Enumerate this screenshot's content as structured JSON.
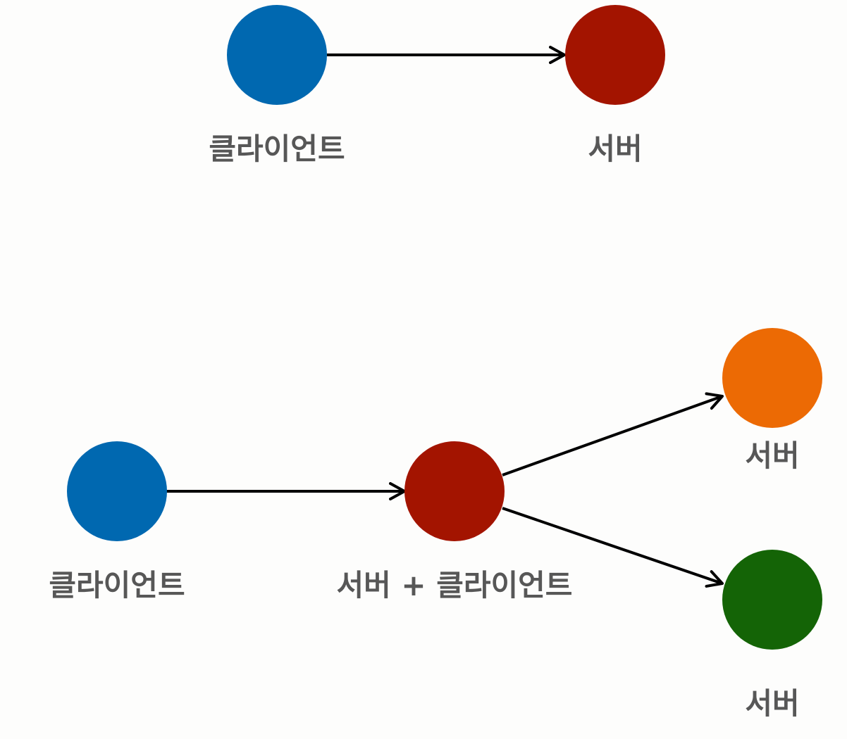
{
  "top_diagram": {
    "nodes": {
      "client": {
        "label": "클라이언트",
        "color": "#0068b0"
      },
      "server": {
        "label": "서버",
        "color": "#a31400"
      }
    }
  },
  "bottom_diagram": {
    "nodes": {
      "client": {
        "label": "클라이언트",
        "color": "#0068b0"
      },
      "proxy": {
        "label": "서버 + 클라이언트",
        "color": "#a31400"
      },
      "server_top": {
        "label": "서버",
        "color": "#ec6a04"
      },
      "server_bottom": {
        "label": "서버",
        "color": "#146406"
      }
    }
  },
  "colors": {
    "arrow": "#000000",
    "label_text": "#575757",
    "background": "#fdfdfc"
  }
}
